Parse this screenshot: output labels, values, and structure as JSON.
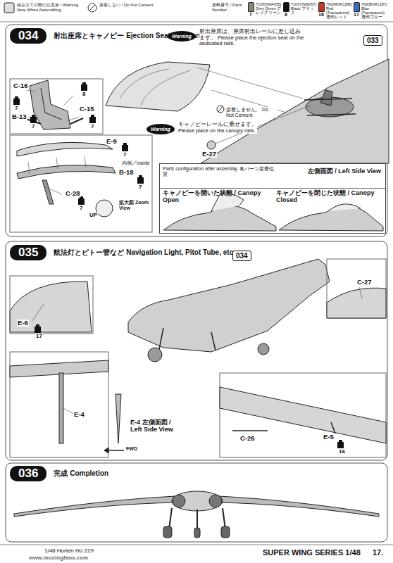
{
  "diagram": {
    "nodes": [
      {
        "text": [
          "034",
          "射出座席とキャノピー Ejection Seat and Canopy"
        ]
      },
      {
        "text": [
          "Warning",
          "射出座席は、座席射出レールに差し込みます。 Please place the ejection seat on the dedicated rails."
        ]
      },
      {
        "text": [
          "Warning",
          "キャノピーレールに乗せます。 Please place on the canopy rails."
        ]
      },
      {
        "text": [
          "033"
        ]
      },
      {
        "text": [
          "Parts configuration after assembly. 各パーツ接着位置",
          "左側面図 / Left Side View"
        ]
      },
      {
        "text": [
          "キャノピーを開いた状態 / Canopy Open"
        ],
        "in": 4
      },
      {
        "text": [
          "キャノピーを閉じた状態 / Canopy Closed"
        ],
        "in": 4
      },
      {
        "text": [
          "035",
          "航法灯とピトー管など Navigation Light, Pitot Tube, etc"
        ]
      },
      {
        "text": [
          "034"
        ]
      },
      {
        "text": [
          "036",
          "完成 Completion"
        ]
      }
    ],
    "labels": [
      "組み立ての際の注意点 / Warning Note When Assembling",
      "接着しない / Do Not Cement",
      "塗料番号 / Paint Number",
      "7",
      "8",
      "16",
      "17",
      "C-16",
      "8",
      "7",
      "B-13",
      "7",
      "C-15",
      "7",
      "E-27",
      "E-9",
      "7",
      "内側／Inside",
      "B-18",
      "7",
      "C-28",
      "7",
      "UP",
      "拡大図 Zoom View",
      "接着しません。 Do Not Cement.",
      "C-27",
      "E-6",
      "17",
      "E-4",
      "E-4 左側面図 / Left Side View",
      "FWD",
      "C-26",
      "E-5",
      "16",
      "1/48 Horten Ho 229",
      "SUPER WING SERIES 1/48",
      "17.",
      "www.moxingfans.com"
    ],
    "legend": [
      {
        "text": "71055(MA055) Grey Green グレイグリーン",
        "color": "#7d8a78"
      },
      {
        "text": "71057(MA057) Black ブラック",
        "color": "#111111"
      },
      {
        "text": "70934(MC186) Red (Transparent) 透明レッド",
        "color": "#c0392b"
      },
      {
        "text": "70938(MC187) Blue (Transparent) 透明ブルー",
        "color": "#3b6fb5"
      }
    ]
  }
}
